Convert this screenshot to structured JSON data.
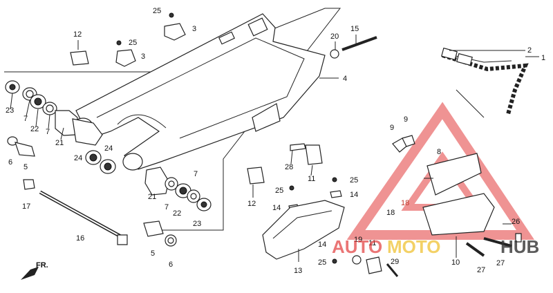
{
  "diagram": {
    "callouts": {
      "c25a": "25",
      "c3a": "3",
      "c12a": "12",
      "c25b": "25",
      "c3b": "3",
      "c20": "20",
      "c15": "15",
      "c2": "2",
      "c1": "1",
      "c4": "4",
      "c23a": "23",
      "c7a": "7",
      "c22a": "22",
      "c7b": "7",
      "c21a": "21",
      "c6a": "6",
      "c5a": "5",
      "c24a": "24",
      "c24b": "24",
      "c28": "28",
      "c11a": "11",
      "c9a": "9",
      "c9b": "9",
      "c8": "8",
      "c17": "17",
      "c21b": "21",
      "c7c": "7",
      "c22b": "22",
      "c7d": "7",
      "c23b": "23",
      "c12b": "12",
      "c25c": "25",
      "c25d": "25",
      "c14a": "14",
      "c14b": "14",
      "c18a": "18",
      "c18b": "18",
      "c16": "16",
      "c5b": "5",
      "c6b": "6",
      "c13": "13",
      "c14c": "14",
      "c25e": "25",
      "c19": "19",
      "c11b": "11",
      "c29": "29",
      "c10": "10",
      "c27a": "27",
      "c27b": "27",
      "c26": "26"
    },
    "direction_label": "FR.",
    "watermark": {
      "auto": "AUTO",
      "moto": "MOTO",
      "hub": "HUB",
      "colors": {
        "red": "#e23b3b",
        "gold": "#f2c94c",
        "dark": "#333333",
        "triangle": "#e23b3b"
      }
    }
  }
}
